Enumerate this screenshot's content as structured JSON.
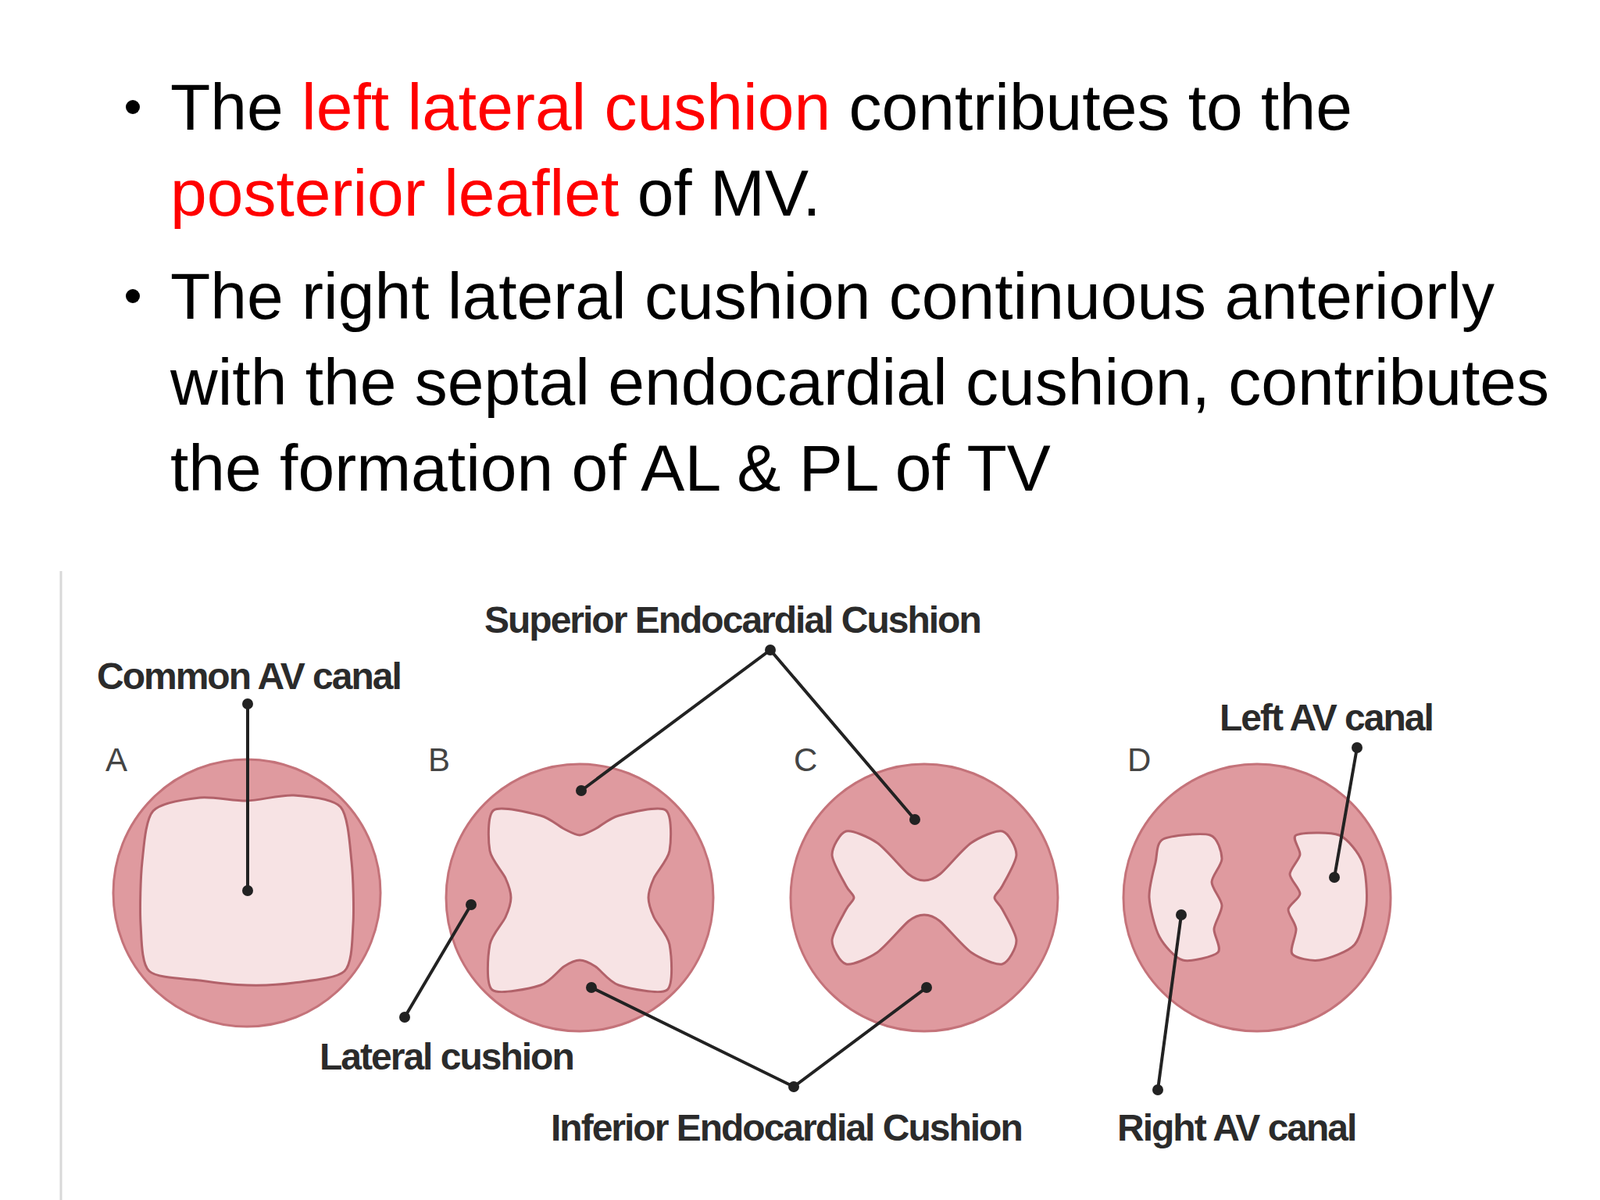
{
  "diagram": {
    "labels": [
      "The",
      "left lateral cushion",
      "contributes to the",
      "posterior leaflet",
      "of MV.",
      "The right lateral cushion continuous anteriorly with the septal endocardial cushion, contributes the formation of AL & PL of TV",
      "Common AV canal",
      "A",
      "B",
      "C",
      "D",
      "Superior Endocardial Cushion",
      "Lateral cushion",
      "Inferior Endocardial Cushion",
      "Left AV canal",
      "Right AV canal"
    ]
  }
}
